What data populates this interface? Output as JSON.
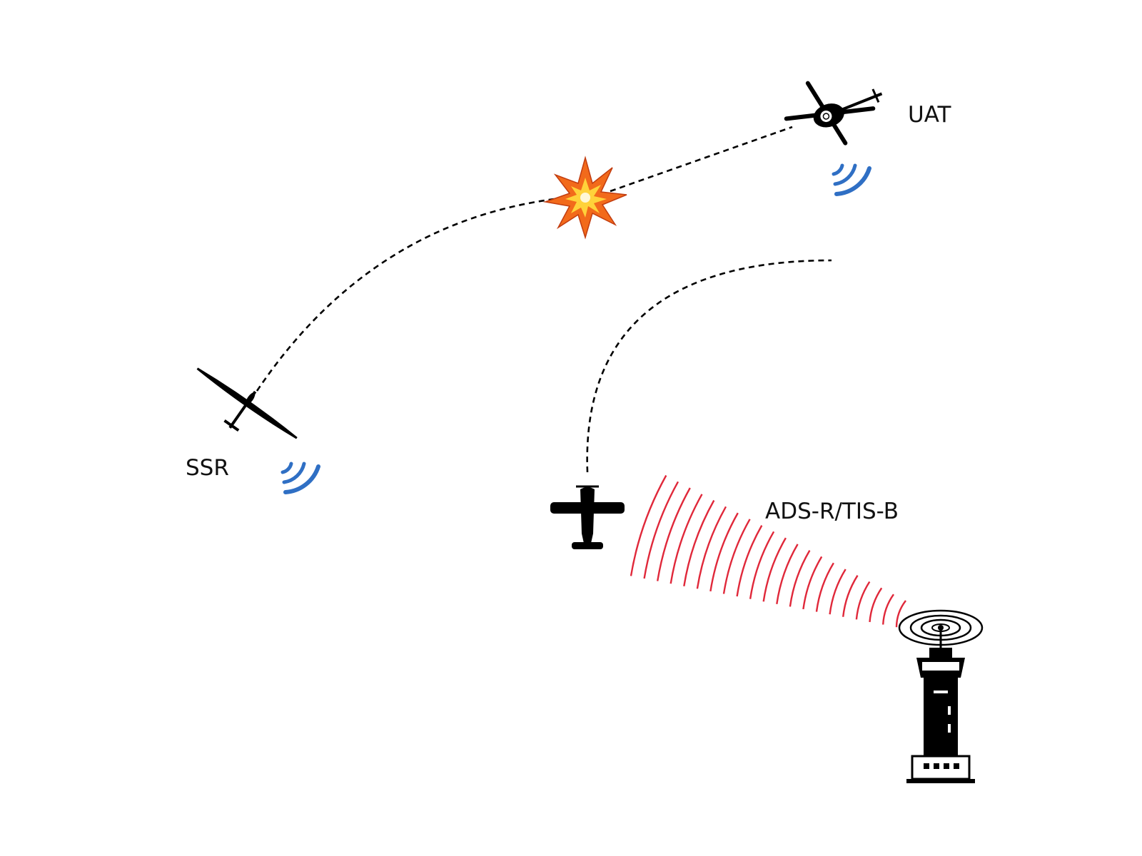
{
  "labels": {
    "uat": "UAT",
    "ssr": "SSR",
    "ads_r_tis_b": "ADS-R/TIS-B"
  },
  "icons": {
    "glider": "glider-icon",
    "helicopter": "helicopter-icon",
    "airplane": "airplane-icon",
    "tower": "control-tower-icon",
    "collision": "collision-burst-icon",
    "signal": "wireless-signal-icon"
  },
  "colors": {
    "signal_blue": "#2f6fc4",
    "uplink_red": "#e0283a",
    "ink": "#000000",
    "burst_outer": "#f26a1b",
    "burst_inner": "#ffd23a"
  }
}
